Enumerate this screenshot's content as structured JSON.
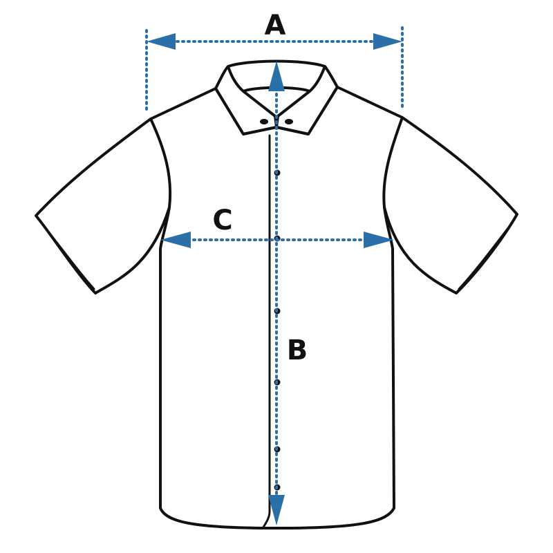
{
  "colors": {
    "outline": "#111111",
    "measure": "#2a6fa8",
    "background": "#ffffff"
  },
  "labels": {
    "a": "A",
    "b": "B",
    "c": "C"
  },
  "buttons_count": 6
}
